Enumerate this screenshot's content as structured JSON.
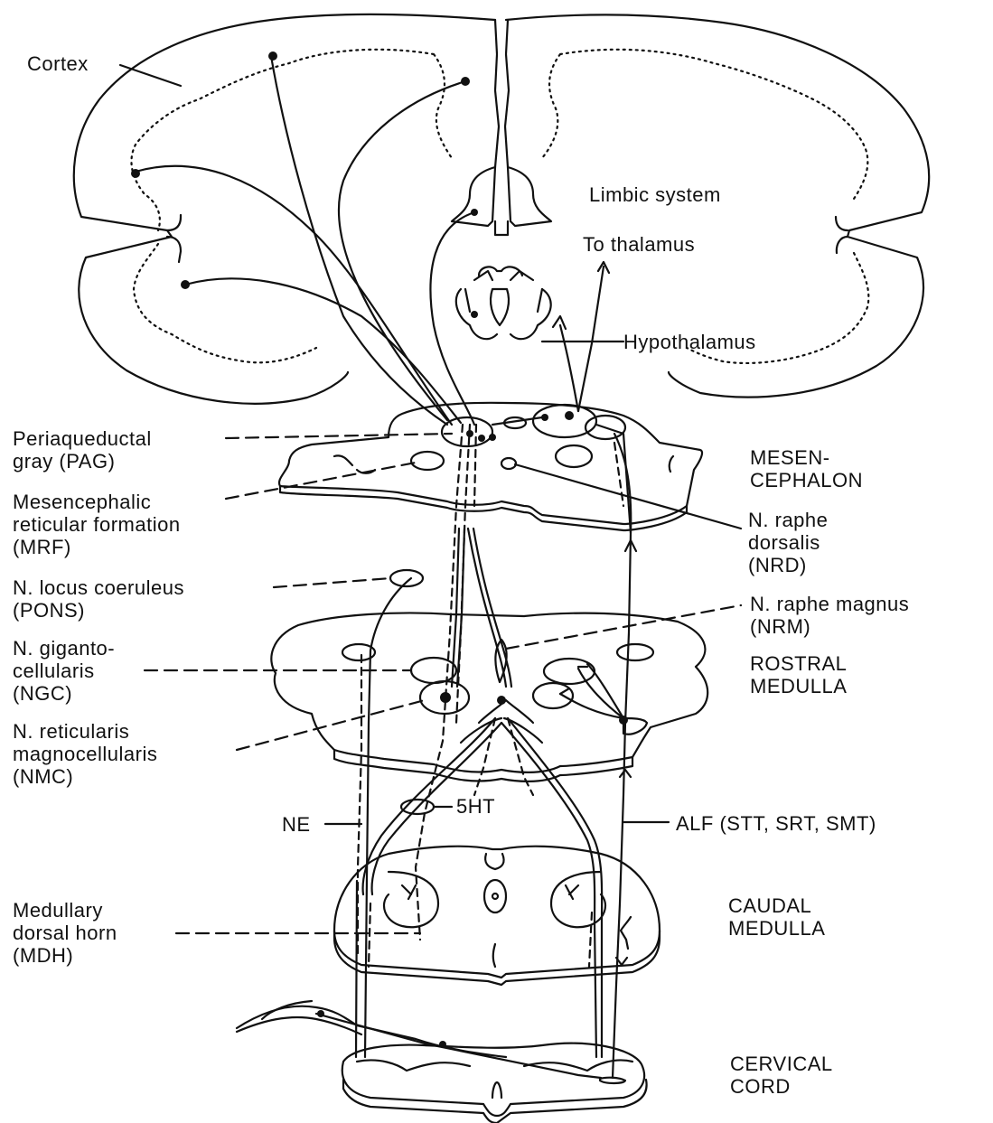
{
  "labels": {
    "cortex": "Cortex",
    "limbic": "Limbic system",
    "thalamus": "To thalamus",
    "hypothalamus": "Hypothalamus",
    "pag": [
      "Periaqueductal",
      "gray (PAG)"
    ],
    "mrf": [
      "Mesencephalic",
      "reticular formation",
      "(MRF)"
    ],
    "mesencephalon": [
      "MESEN-",
      "CEPHALON"
    ],
    "nrd": [
      "N. raphe",
      "dorsalis",
      "(NRD)"
    ],
    "locus": [
      "N. locus coeruleus",
      "(PONS)"
    ],
    "nrm": [
      "N. raphe magnus",
      "(NRM)"
    ],
    "ngc": [
      "N. giganto-",
      "cellularis",
      "(NGC)"
    ],
    "rostral": [
      "ROSTRAL",
      "MEDULLA"
    ],
    "nmc": [
      "N. reticularis",
      "magnocellularis",
      "(NMC)"
    ],
    "ht5": "5HT",
    "ne": "NE",
    "alf": "ALF (STT, SRT, SMT)",
    "mdh": [
      "Medullary",
      "dorsal horn",
      "(MDH)"
    ],
    "caudal": [
      "CAUDAL",
      "MEDULLA"
    ],
    "cervical": [
      "CERVICAL",
      "CORD"
    ]
  },
  "colors": {
    "ink": "#111111",
    "paper": "#ffffff"
  }
}
